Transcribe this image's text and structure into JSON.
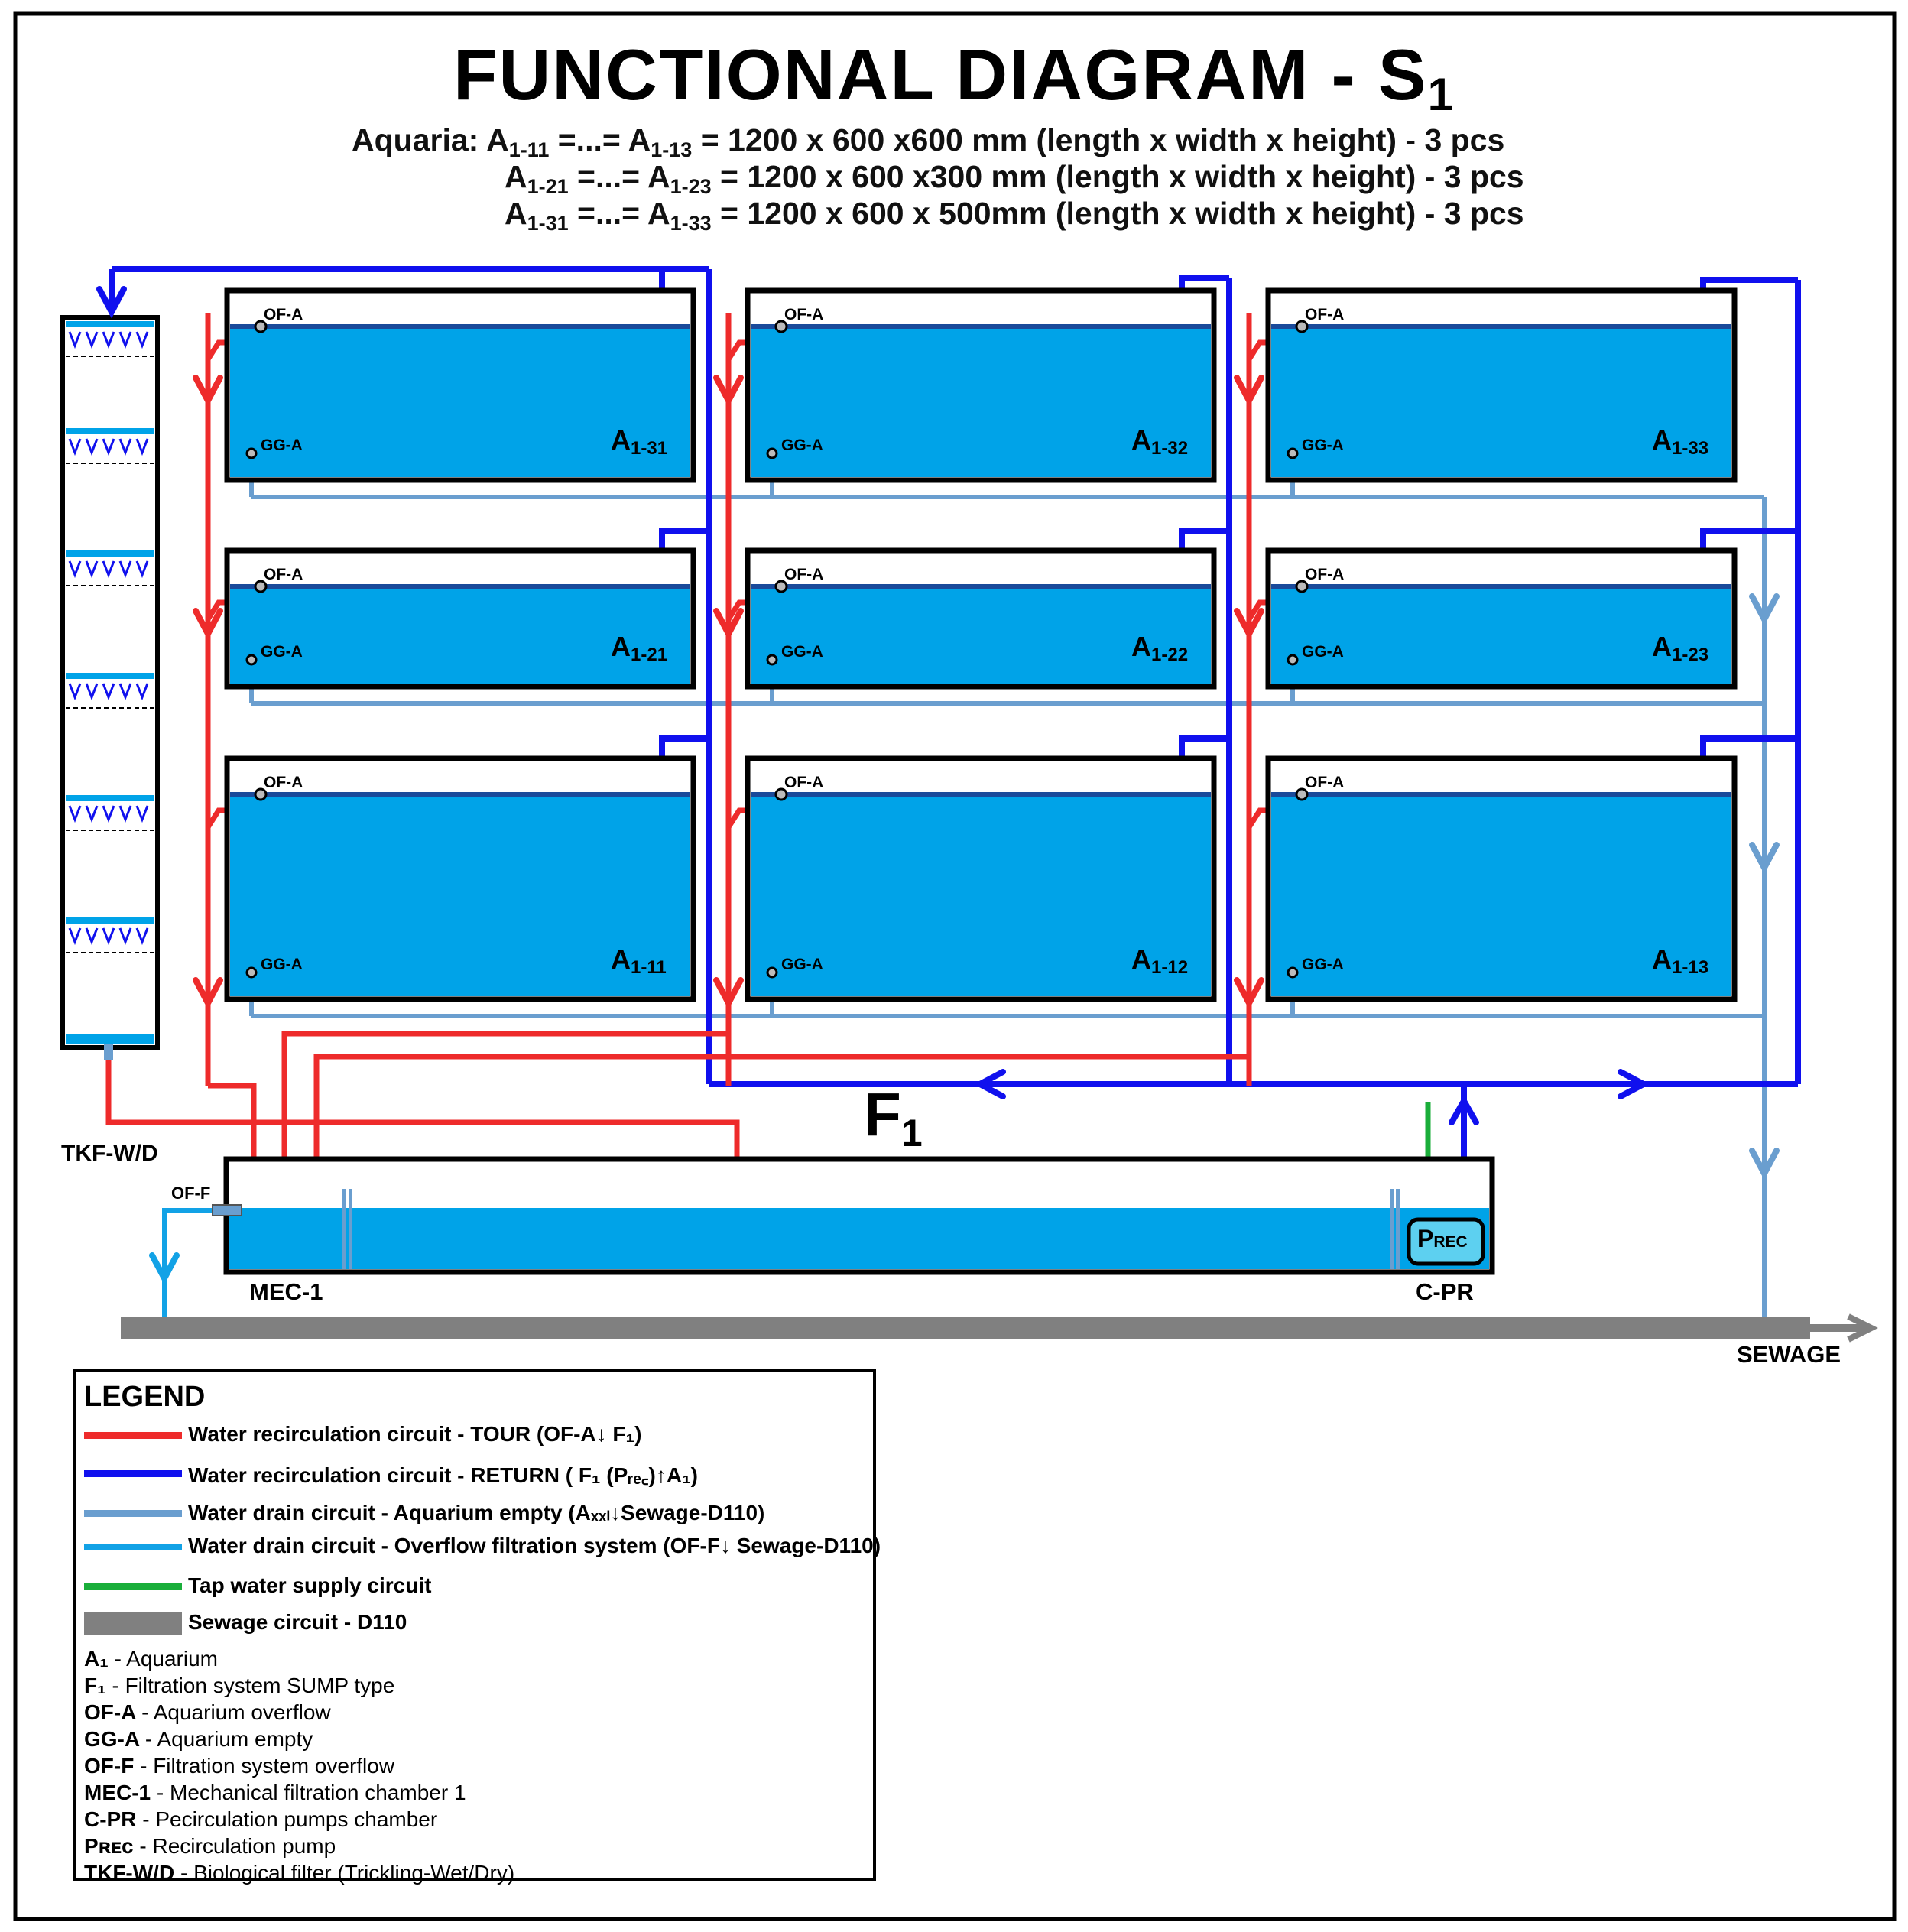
{
  "title": {
    "main": "FUNCTIONAL DIAGRAM - S",
    "sub": "1"
  },
  "specs": [
    {
      "prefix": "Aquaria: A",
      "s1": "1-11",
      "mid": " =...= A",
      "s2": "1-13",
      "rest": " = 1200 x 600 x600 mm (length x width x height) - 3 pcs"
    },
    {
      "prefix": "A",
      "s1": "1-21",
      "mid": " =...= A",
      "s2": "1-23",
      "rest": " = 1200 x 600 x300 mm (length x width x height) - 3 pcs"
    },
    {
      "prefix": "A",
      "s1": "1-31",
      "mid": " =...= A",
      "s2": "1-33",
      "rest": " = 1200 x 600 x 500mm (length x width x height) - 3 pcs"
    }
  ],
  "aquaria": [
    {
      "base": "A",
      "sub": "1-31"
    },
    {
      "base": "A",
      "sub": "1-32"
    },
    {
      "base": "A",
      "sub": "1-33"
    },
    {
      "base": "A",
      "sub": "1-21"
    },
    {
      "base": "A",
      "sub": "1-22"
    },
    {
      "base": "A",
      "sub": "1-23"
    },
    {
      "base": "A",
      "sub": "1-11"
    },
    {
      "base": "A",
      "sub": "1-12"
    },
    {
      "base": "A",
      "sub": "1-13"
    }
  ],
  "labels": {
    "of_a": "OF-A",
    "gg_a": "GG-A",
    "tkf": "TKF-W/D",
    "of_f": "OF-F",
    "mec": "MEC-1",
    "cpr": "C-PR",
    "sewage": "SEWAGE",
    "filter_base": "F",
    "filter_sub": "1",
    "pump_base": "P",
    "pump_sub": "REC"
  },
  "legend": {
    "title": "LEGEND",
    "lines": [
      {
        "color": "#ee2b2b",
        "text": "Water recirculation circuit - TOUR (OF-A↓ F₁)"
      },
      {
        "color": "#1010ee",
        "text": "Water recirculation circuit - RETURN ( F₁ (Pᵣₑ꜀)↑A₁)"
      },
      {
        "color": "#6a9ecf",
        "text": "Water drain circuit - Aquarium empty (Aₓₓₗ↓Sewage-D110)"
      },
      {
        "color": "#12a2e6",
        "text": "Water drain circuit - Overflow filtration system (OF-F↓ Sewage-D110)"
      },
      {
        "color": "#1aae3a",
        "text": "Tap water supply circuit"
      },
      {
        "color": "#808080",
        "text": "Sewage circuit - D110"
      }
    ],
    "abbreviations": [
      {
        "key": "A₁",
        "desc": "- Aquarium"
      },
      {
        "key": "F₁",
        "desc": "- Filtration system SUMP type"
      },
      {
        "key": "OF-A",
        "desc": "- Aquarium overflow"
      },
      {
        "key": "GG-A",
        "desc": "- Aquarium empty"
      },
      {
        "key": "OF-F",
        "desc": "- Filtration system overflow"
      },
      {
        "key": "MEC-1",
        "desc": "- Mechanical filtration chamber 1"
      },
      {
        "key": "C-PR",
        "desc": "- Pecirculation pumps chamber"
      },
      {
        "key": "Pʀᴇᴄ",
        "desc": "- Recirculation pump"
      },
      {
        "key": "TKF-W/D",
        "desc": "- Biological filter (Trickling-Wet/Dry)"
      }
    ]
  },
  "colors": {
    "tour": "#ee2b2b",
    "return": "#1010ee",
    "drain_aquarium": "#6a9ecf",
    "drain_overflow": "#12a2e6",
    "tap": "#1aae3a",
    "sewage": "#808080",
    "water": "#00a3e8"
  }
}
